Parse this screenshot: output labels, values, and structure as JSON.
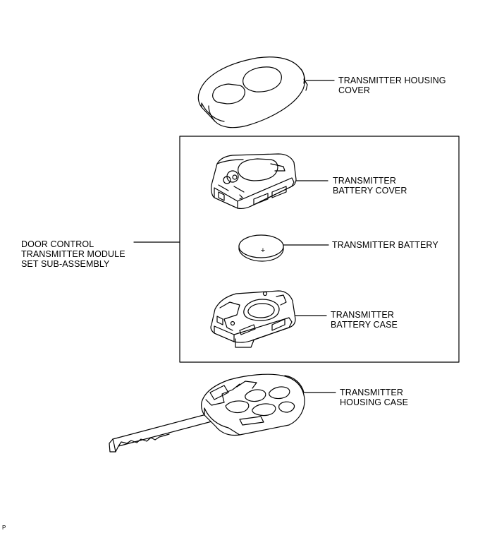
{
  "labels": {
    "housing_cover": [
      "TRANSMITTER HOUSING",
      "COVER"
    ],
    "battery_cover": [
      "TRANSMITTER",
      "BATTERY COVER"
    ],
    "battery": [
      "TRANSMITTER BATTERY"
    ],
    "battery_case": [
      "TRANSMITTER",
      "BATTERY CASE"
    ],
    "housing_case": [
      "TRANSMITTER",
      "HOUSING CASE"
    ],
    "module_set": [
      "DOOR CONTROL",
      "TRANSMITTER MODULE",
      "SET SUB-ASSEMBLY"
    ]
  },
  "battery_mark": "+",
  "corner_mark": "P"
}
